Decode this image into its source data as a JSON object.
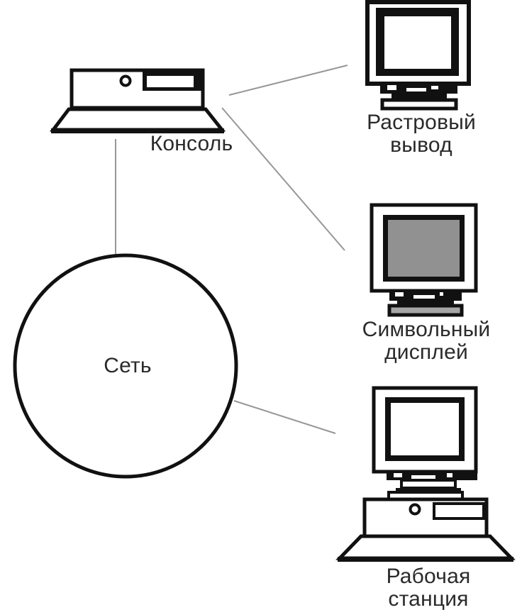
{
  "diagram": {
    "nodes": {
      "network": {
        "label": "Сеть"
      },
      "console": {
        "label": "Консоль"
      },
      "raster_output": {
        "label": "Растровый вывод"
      },
      "character_display": {
        "label": "Символьный дисплей"
      },
      "workstation": {
        "label": "Рабочая станция"
      }
    },
    "colors": {
      "outline": "#111111",
      "connector": "#979797",
      "screen_gray": "#919191",
      "base_gray": "#a6a6a6",
      "background": "#ffffff"
    }
  }
}
